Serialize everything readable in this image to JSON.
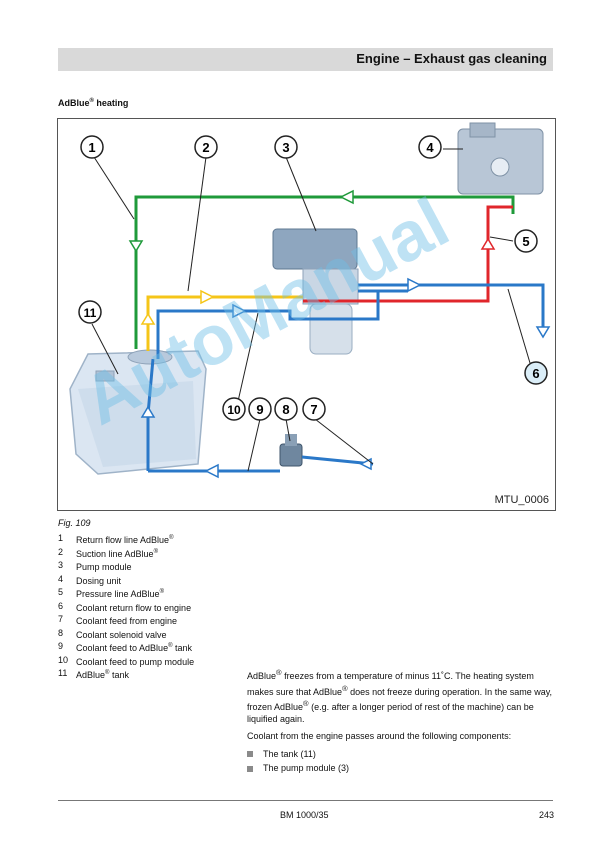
{
  "header": {
    "title": "Engine – Exhaust gas cleaning"
  },
  "section": {
    "title": "AdBlue",
    "title_sup": "®",
    "title_rest": " heating"
  },
  "figure": {
    "code": "MTU_0006",
    "caption": "Fig.  109",
    "callouts": [
      "1",
      "2",
      "3",
      "4",
      "5",
      "6",
      "7",
      "8",
      "9",
      "10",
      "11"
    ],
    "watermark": "AutoManual"
  },
  "legend": [
    {
      "num": "1",
      "text": "Return flow line AdBlue",
      "sup": "®",
      "rest": ""
    },
    {
      "num": "2",
      "text": "Suction line AdBlue",
      "sup": "®",
      "rest": ""
    },
    {
      "num": "3",
      "text": "Pump module",
      "sup": "",
      "rest": ""
    },
    {
      "num": "4",
      "text": "Dosing unit",
      "sup": "",
      "rest": ""
    },
    {
      "num": "5",
      "text": "Pressure line AdBlue",
      "sup": "®",
      "rest": ""
    },
    {
      "num": "6",
      "text": "Coolant return flow to engine",
      "sup": "",
      "rest": ""
    },
    {
      "num": "7",
      "text": "Coolant feed from engine",
      "sup": "",
      "rest": ""
    },
    {
      "num": "8",
      "text": "Coolant solenoid valve",
      "sup": "",
      "rest": ""
    },
    {
      "num": "9",
      "text": "Coolant feed to AdBlue",
      "sup": "®",
      "rest": " tank"
    },
    {
      "num": "10",
      "text": "Coolant feed to pump module",
      "sup": "",
      "rest": ""
    },
    {
      "num": "11",
      "text": "AdBlue",
      "sup": "®",
      "rest": " tank"
    }
  ],
  "body": {
    "p1_a": "AdBlue",
    "p1_sup1": "®",
    "p1_b": " freezes from a temperature of minus 11˚C. The heating system makes sure that AdBlue",
    "p1_sup2": "®",
    "p1_c": " does not freeze during operation. In the same way, frozen AdBlue",
    "p1_sup3": "®",
    "p1_d": " (e.g. after a longer period of rest of the machine) can be liquified again.",
    "p2": "Coolant from the engine passes around the following components:",
    "bullets": [
      "The tank (11)",
      "The pump module (3)"
    ]
  },
  "footer": {
    "doc": "BM 1000/35",
    "page": "243"
  },
  "colors": {
    "green": "#1f9a3a",
    "yellow": "#f5c518",
    "red": "#e0262b",
    "blue": "#2a78c8",
    "watermark": "#6ebee6"
  }
}
